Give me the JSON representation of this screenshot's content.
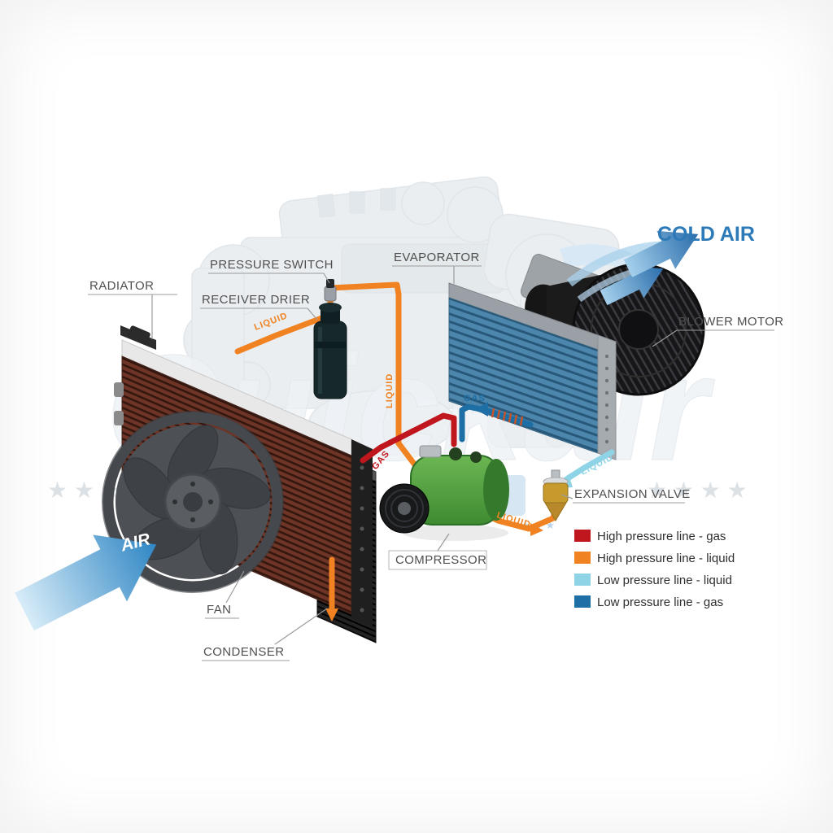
{
  "watermark": {
    "text": "Quickair",
    "stars_left": "★ ★ ★ ★",
    "stars_right": "★ ★ ★ ★",
    "stars_small": "★ ★ ★"
  },
  "component_labels": {
    "radiator": "RADIATOR",
    "pressure_switch": "PRESSURE SWITCH",
    "receiver_drier": "RECEIVER DRIER",
    "evaporator": "EVAPORATOR",
    "blower_motor": "BLOWER MOTOR",
    "expansion_valve": "EXPANSION VALVE",
    "compressor": "COMPRESSOR",
    "fan": "FAN",
    "condenser": "CONDENSER"
  },
  "flow_labels": {
    "air": "AIR",
    "cold_air": "COLD AIR",
    "liquid_receiver": "LIQUID",
    "liquid_vertical": "LIQUID",
    "liquid_valve": "LIQUID",
    "liquid_low": "LIQUID",
    "gas_high": "GAS",
    "gas_low": "GAS"
  },
  "line_colors": {
    "hp_gas": "#c0161d",
    "hp_liquid": "#f08221",
    "lp_liquid": "#8fd4e6",
    "lp_gas": "#1d6fa5"
  },
  "legend": {
    "items": [
      {
        "label": "High pressure line - gas",
        "color": "#c0161d"
      },
      {
        "label": "High pressure line - liquid",
        "color": "#f08221"
      },
      {
        "label": "Low pressure line - liquid",
        "color": "#8fd4e6"
      },
      {
        "label": "Low pressure line -  gas",
        "color": "#1d6fa5"
      }
    ]
  }
}
